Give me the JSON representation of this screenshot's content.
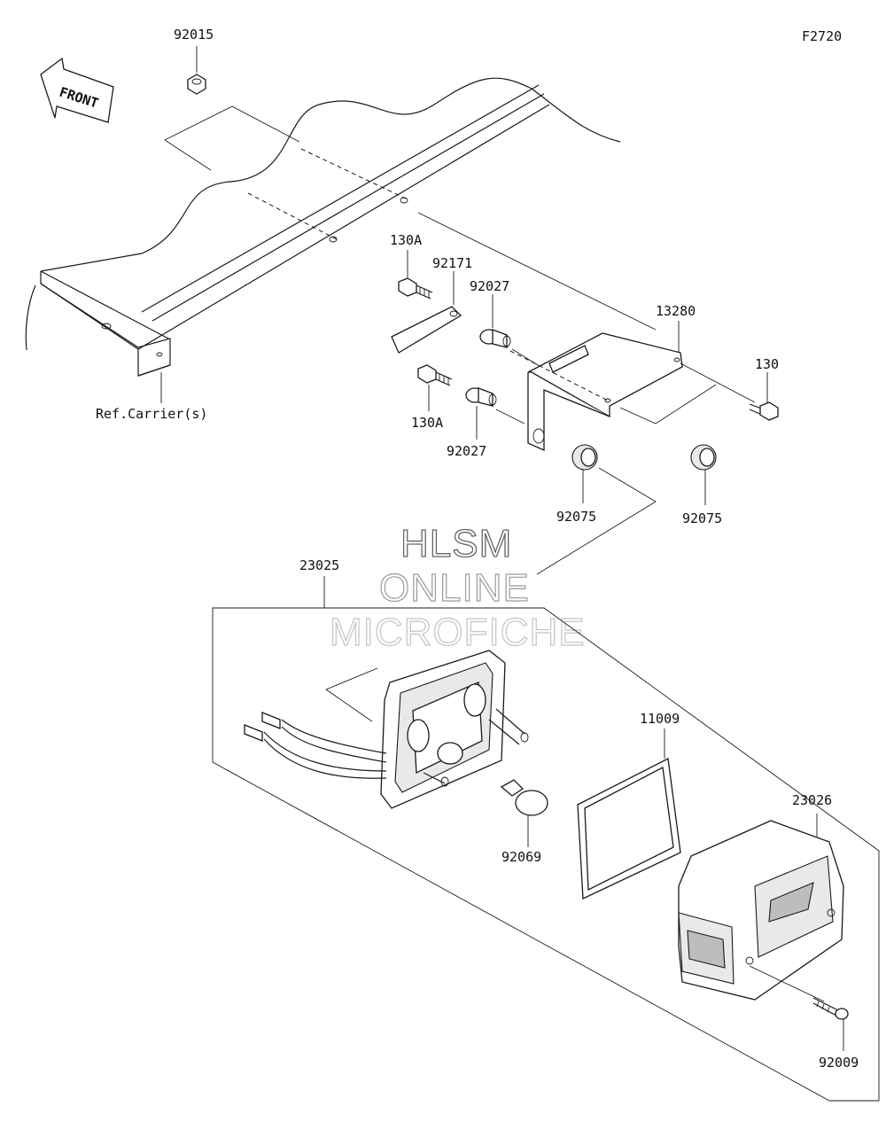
{
  "diagram_code": "F2720",
  "front_label": "FRONT",
  "reference_label": "Ref.Carrier(s)",
  "watermark": [
    "HLSM",
    "ONLINE",
    "MICROFICHE"
  ],
  "parts": [
    {
      "id": "p92015",
      "number": "92015"
    },
    {
      "id": "p130a_top",
      "number": "130A"
    },
    {
      "id": "p92171",
      "number": "92171"
    },
    {
      "id": "p92027_top",
      "number": "92027"
    },
    {
      "id": "p13280",
      "number": "13280"
    },
    {
      "id": "p130",
      "number": "130"
    },
    {
      "id": "p130a_bottom",
      "number": "130A"
    },
    {
      "id": "p92027_bottom",
      "number": "92027"
    },
    {
      "id": "p92075_left",
      "number": "92075"
    },
    {
      "id": "p92075_right",
      "number": "92075"
    },
    {
      "id": "p23025",
      "number": "23025"
    },
    {
      "id": "p11009",
      "number": "11009"
    },
    {
      "id": "p23026",
      "number": "23026"
    },
    {
      "id": "p92069",
      "number": "92069"
    },
    {
      "id": "p92009",
      "number": "92009"
    }
  ]
}
